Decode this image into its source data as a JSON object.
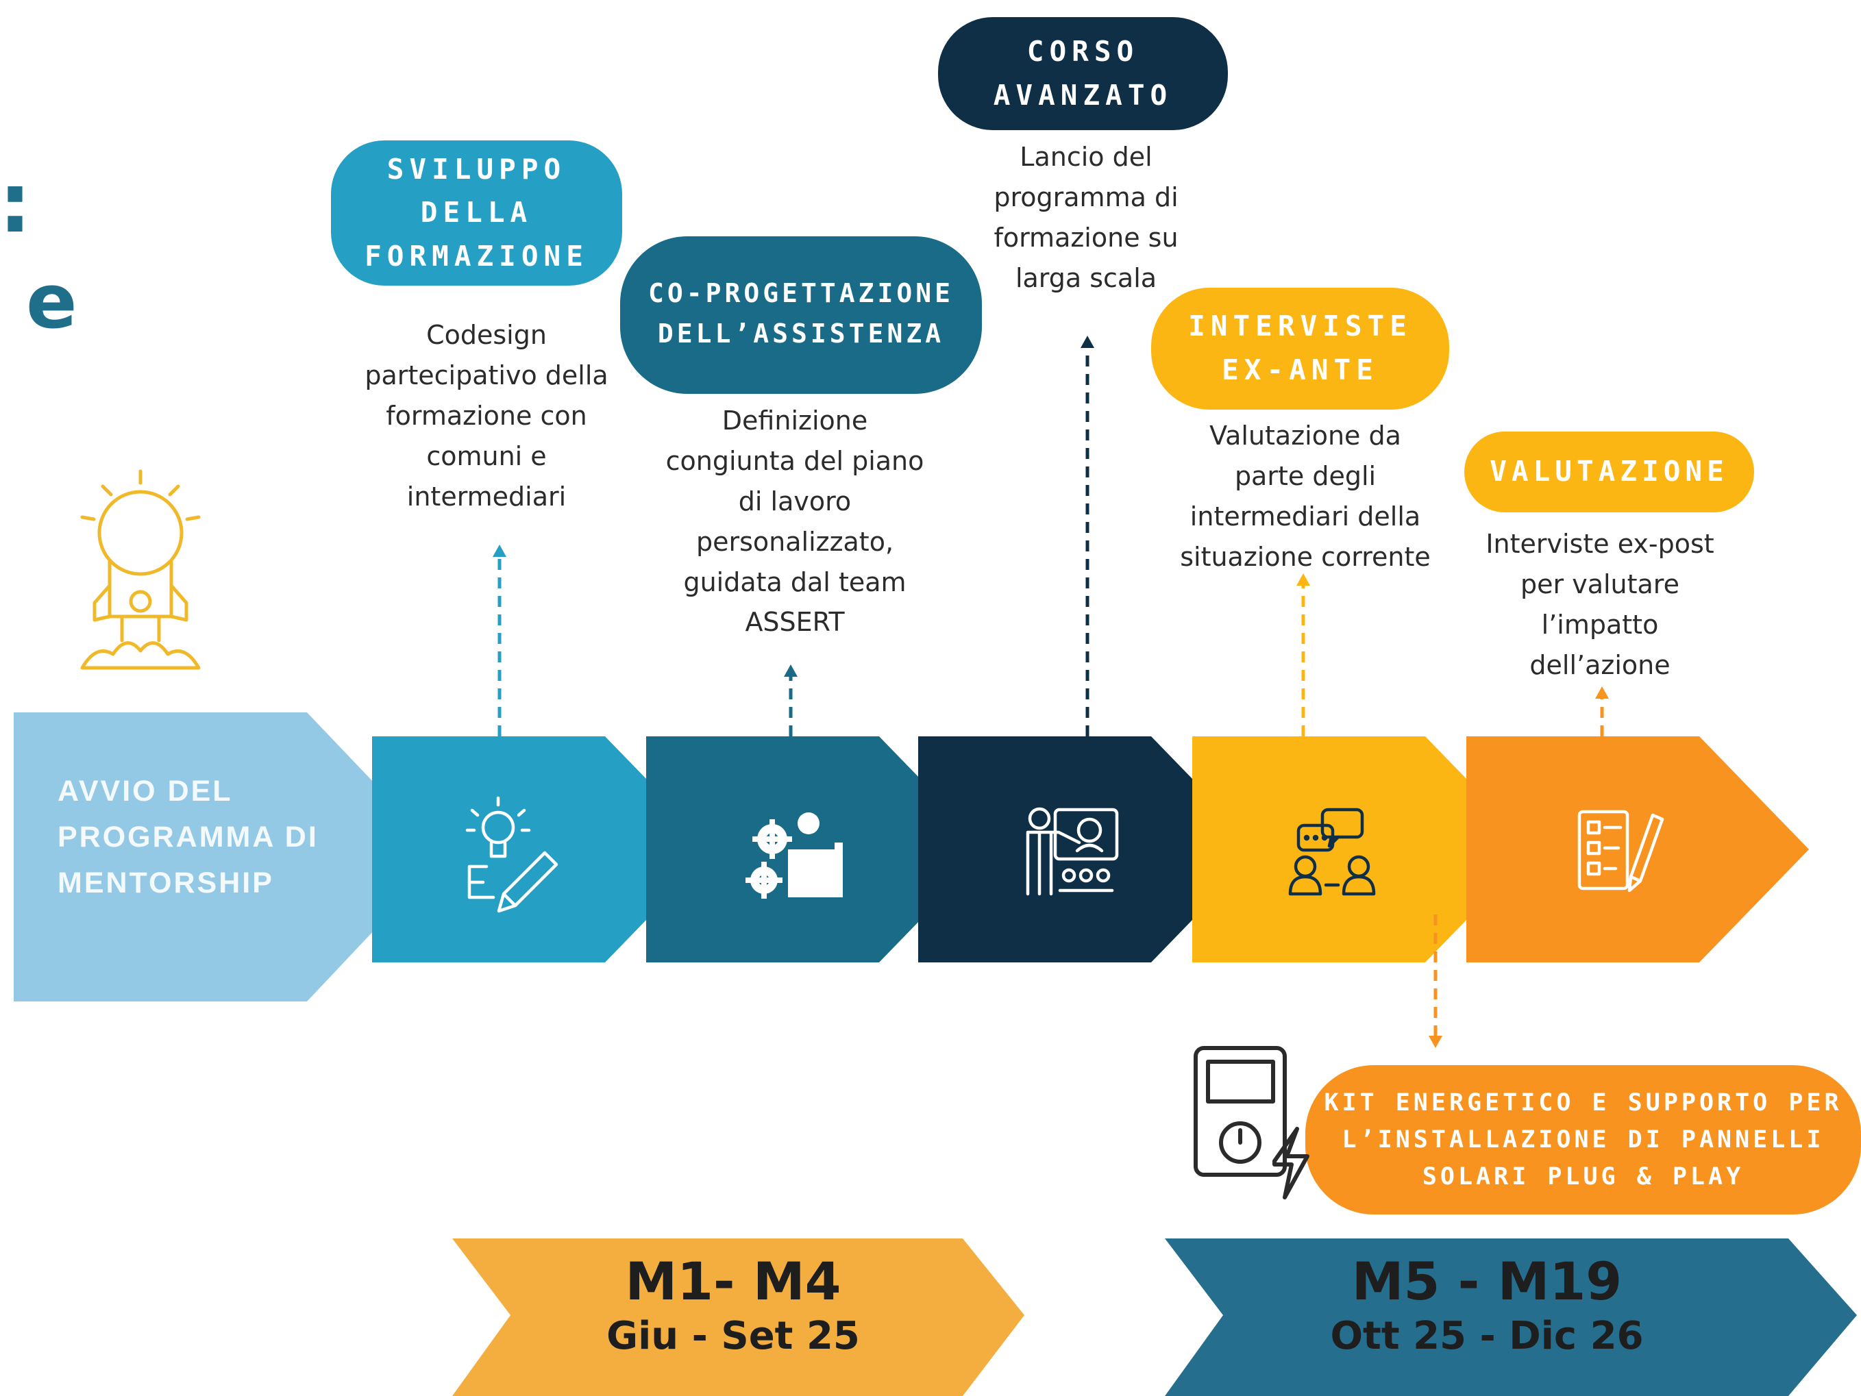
{
  "colors": {
    "light_blue": "#94c9e6",
    "teal": "#259fc4",
    "blue": "#1a6b87",
    "navy": "#0f2f47",
    "yellow": "#fbb613",
    "orange": "#f7931e",
    "period_amber": "#f3ae3f",
    "period_blue": "#256e8d",
    "icon_gold": "#f0b92a"
  },
  "fragments": {
    "colon": ":",
    "letter": "e"
  },
  "start": {
    "label_lines": [
      "AVVIO DEL",
      "PROGRAMMA DI",
      "MENTORSHIP"
    ],
    "icon": "rocket-lightbulb-icon"
  },
  "phases": [
    {
      "key": "sviluppo",
      "title_lines": [
        "SVILUPPO",
        "DELLA",
        "FORMAZIONE"
      ],
      "desc_lines": [
        "Codesign",
        "partecipativo della",
        "formazione con",
        "comuni e",
        "intermediari"
      ],
      "icon": "idea-pencil-icon"
    },
    {
      "key": "coprog",
      "title_lines": [
        "CO-PROGETTAZIONE",
        "DELL’ASSISTENZA"
      ],
      "desc_lines": [
        "Definizione",
        "congiunta del piano",
        "di lavoro",
        "personalizzato,",
        "guidata dal team",
        "ASSERT"
      ],
      "icon": "gears-planning-icon"
    },
    {
      "key": "corso",
      "title_lines": [
        "CORSO",
        "AVANZATO"
      ],
      "desc_lines": [
        "Lancio del",
        "programma di",
        "formazione su",
        "larga scala"
      ],
      "icon": "presentation-training-icon"
    },
    {
      "key": "exante",
      "title_lines": [
        "INTERVISTE",
        "EX-ANTE"
      ],
      "desc_lines": [
        "Valutazione da",
        "parte degli",
        "intermediari della",
        "situazione corrente"
      ],
      "icon": "interview-chat-icon"
    },
    {
      "key": "valutazione",
      "title_lines": [
        "VALUTAZIONE"
      ],
      "desc_lines": [
        "Interviste ex-post",
        "per valutare",
        "l’impatto",
        "dell’azione"
      ],
      "icon": "checklist-icon"
    }
  ],
  "kit": {
    "title_lines": [
      "KIT ENERGETICO E SUPPORTO PER",
      "L’INSTALLAZIONE DI PANNELLI",
      "SOLARI PLUG & PLAY"
    ],
    "icon": "energy-meter-icon"
  },
  "periods": [
    {
      "key": "p1",
      "code": "M1- M4",
      "dates": "Giu - Set 25"
    },
    {
      "key": "p2",
      "code": "M5 - M19",
      "dates": "Ott 25 - Dic 26"
    }
  ]
}
